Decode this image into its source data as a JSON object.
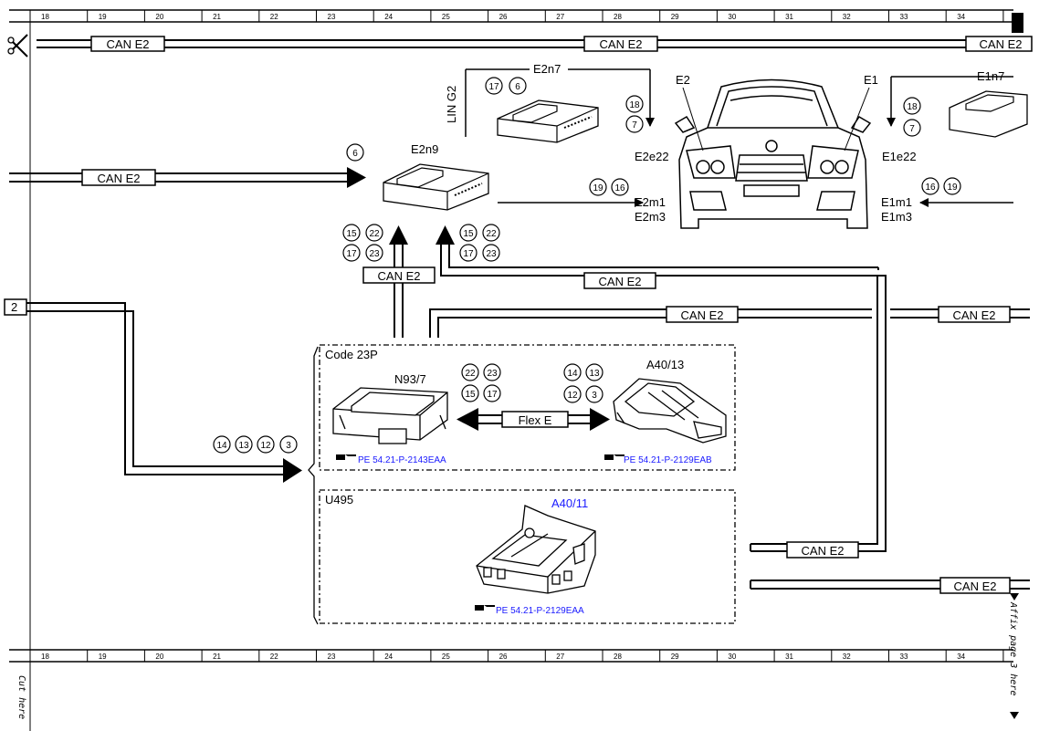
{
  "ruler": {
    "cells": [
      "18",
      "19",
      "20",
      "21",
      "22",
      "23",
      "24",
      "25",
      "26",
      "27",
      "28",
      "29",
      "30",
      "31",
      "32",
      "33",
      "34"
    ]
  },
  "bus": {
    "can": "CAN E2",
    "flex": "Flex E",
    "lin": "LIN G2"
  },
  "edge_label_left": "2",
  "modules": {
    "e2n7": "E2n7",
    "e1n7": "E1n7",
    "e2n9": "E2n9",
    "n93": "N93/7",
    "a4013": "A40/13",
    "a4011": "A40/11"
  },
  "headlamps": {
    "e2": "E2",
    "e1": "E1",
    "e2e22": "E2e22",
    "e1e22": "E1e22",
    "e2m1": "E2m1",
    "e2m3": "E2m3",
    "e1m1": "E1m1",
    "e1m3": "E1m3"
  },
  "groups": {
    "code": "Code 23P",
    "u495": "U495"
  },
  "refs": {
    "n93": "PE 54.21-P-2143EAA",
    "a4013": "PE 54.21-P-2129EAB",
    "a4011": "PE 54.21-P-2129EAA"
  },
  "margin_text": {
    "cut": "Cut here",
    "affix": "Affix page 3 here"
  },
  "circle_refs": {
    "c6_top": "6",
    "c17_top": "17",
    "c6b": "6",
    "c18_left": "18",
    "c7_left": "7",
    "c18_right": "18",
    "c7_right": "7",
    "c19a": "19",
    "c16a": "16",
    "c16b": "16",
    "c19b": "19",
    "c15a": "15",
    "c22a": "22",
    "c17a": "17",
    "c23a": "23",
    "c15b": "15",
    "c22b": "22",
    "c17b": "17",
    "c23b": "23",
    "c22c": "22",
    "c23c": "23",
    "c15c": "15",
    "c17c": "17",
    "c14a": "14",
    "c13a": "13",
    "c12a": "12",
    "c3a": "3",
    "c14b": "14",
    "c13b": "13",
    "c12b": "12",
    "c3b": "3"
  }
}
